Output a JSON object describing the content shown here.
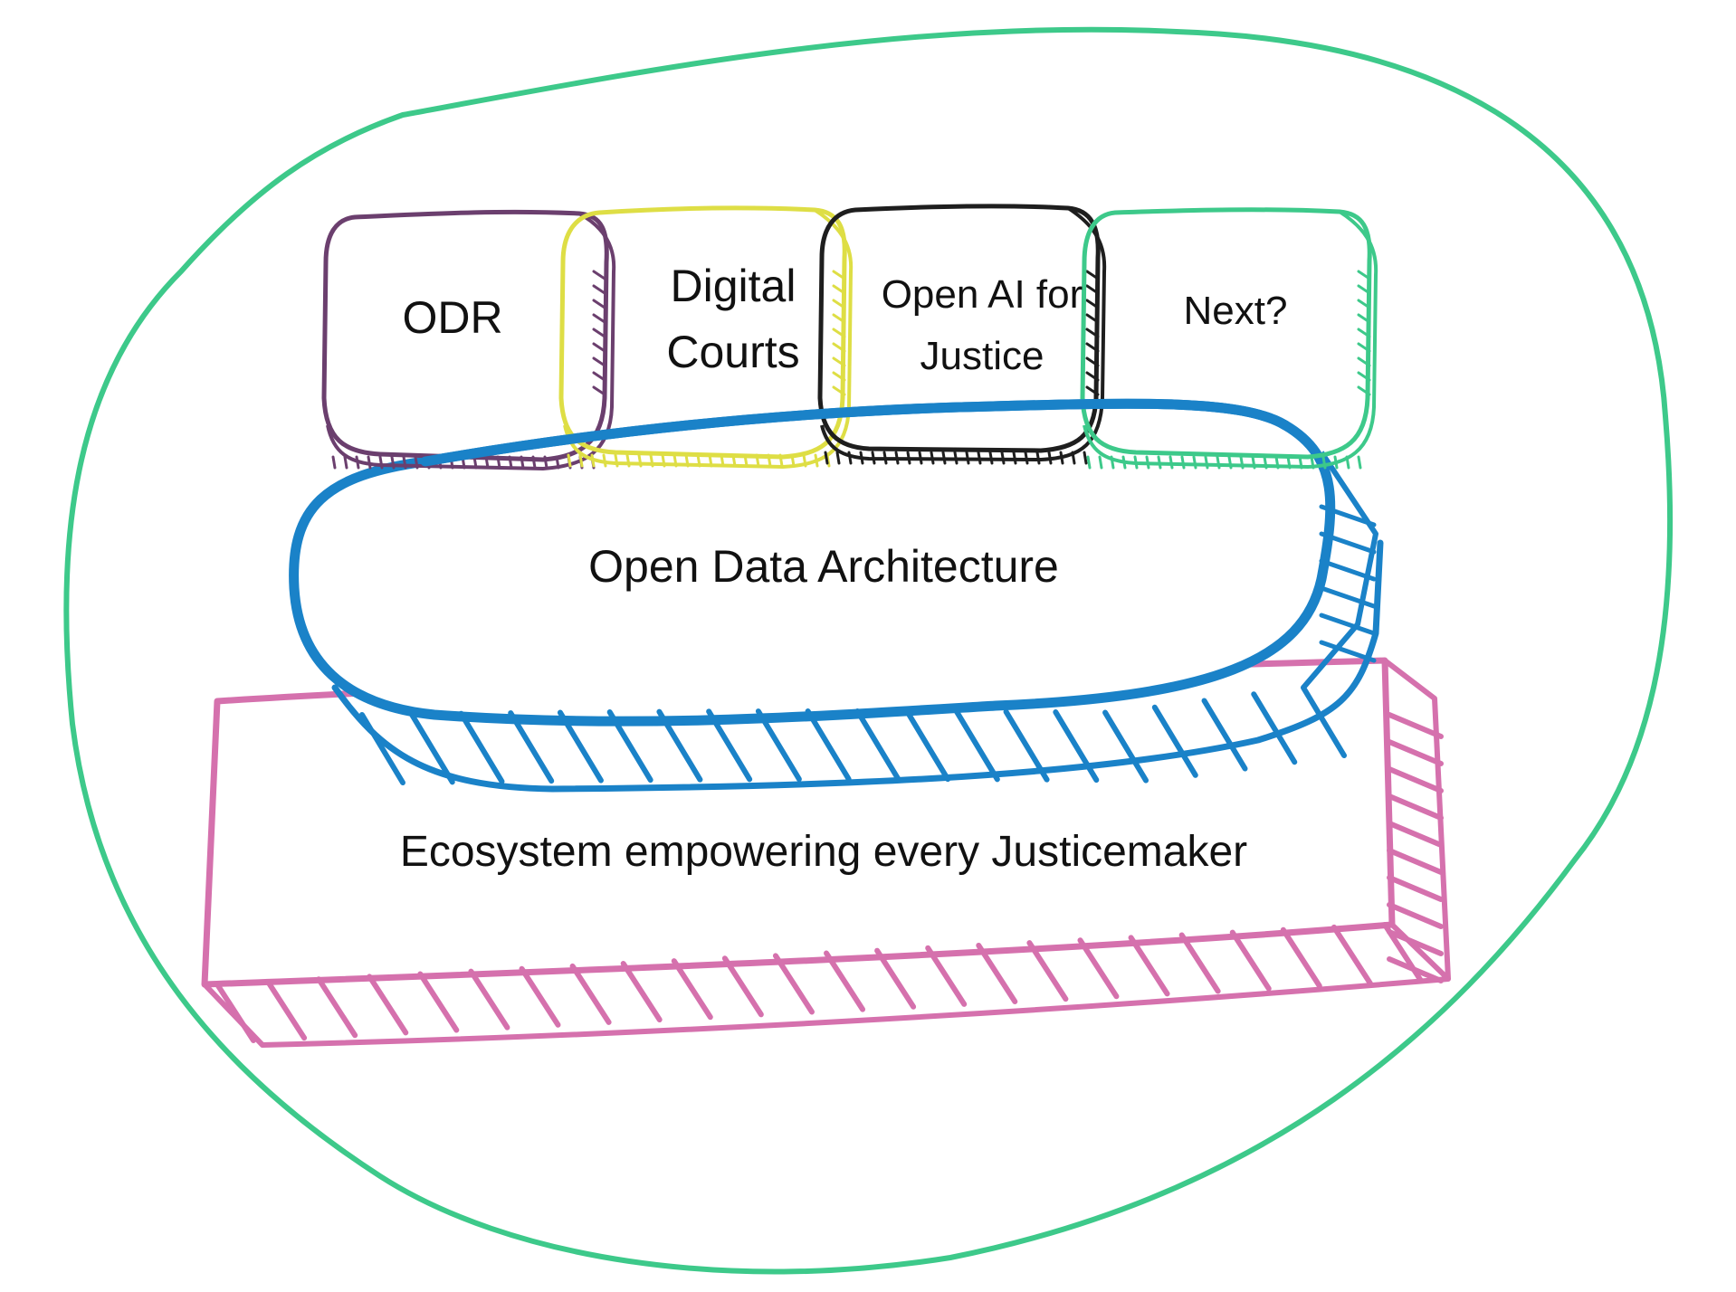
{
  "diagram": {
    "modules": [
      {
        "id": "odr",
        "label": "ODR",
        "color": "#6b3f6e"
      },
      {
        "id": "digital-courts",
        "label": "Digital\nCourts",
        "color": "#dede45"
      },
      {
        "id": "open-ai-justice",
        "label": "Open AI for\nJustice",
        "color": "#1e1e1e"
      },
      {
        "id": "next",
        "label": "Next?",
        "color": "#3dc98a"
      }
    ],
    "architecture": {
      "label": "Open Data Architecture",
      "color": "#1a82c8"
    },
    "ecosystem": {
      "label": "Ecosystem empowering every Justicemaker",
      "color": "#d571ad"
    },
    "boundary": {
      "color": "#3dc98a"
    }
  }
}
